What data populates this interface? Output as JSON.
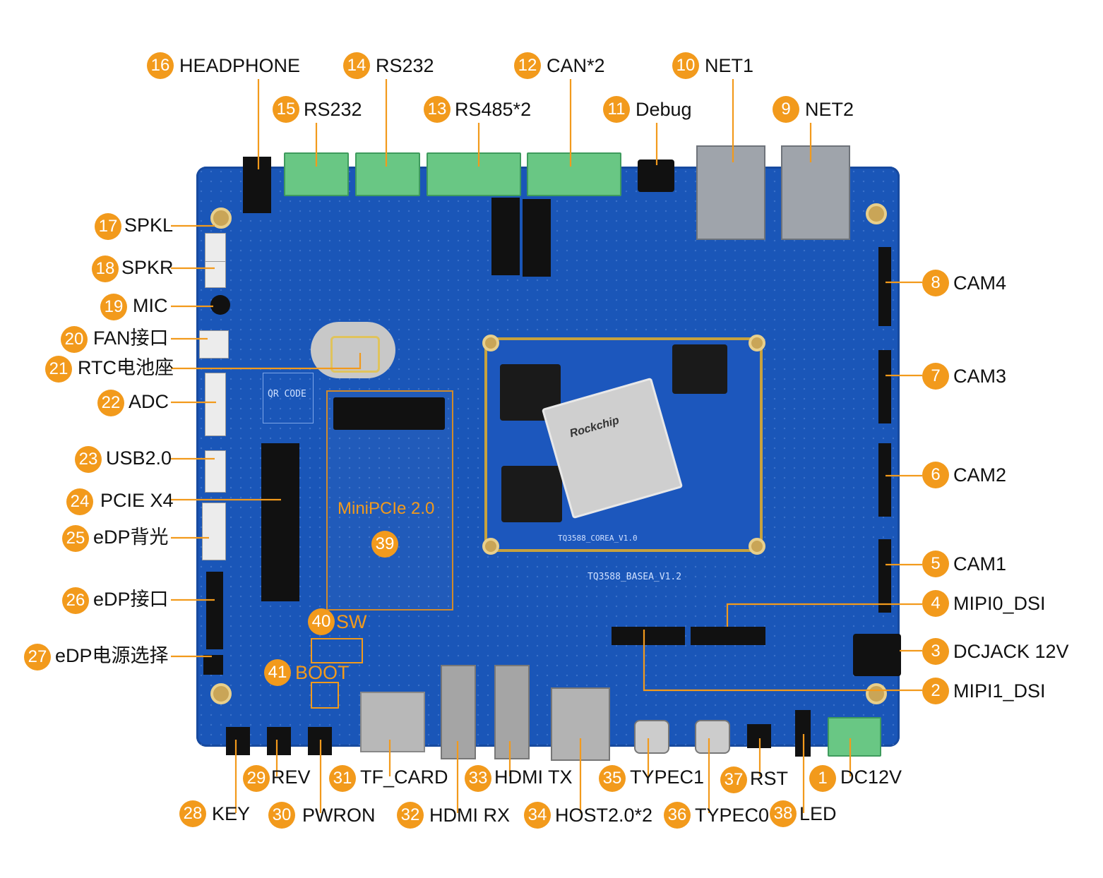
{
  "board": {
    "minipcie_label": "MiniPCIe 2.0",
    "qr_label": "QR CODE",
    "core_silk": "TQ3588_COREA_V1.0",
    "base_silk": "TQ3588_BASEA_V1.2",
    "chip_brand": "Rockchip",
    "colors": {
      "badge": "#f29a1c",
      "board": "#1a56b8",
      "leader": "#f29a1c"
    }
  },
  "callouts": [
    {
      "num": "1",
      "label": "DC12V"
    },
    {
      "num": "2",
      "label": "MIPI1_DSI"
    },
    {
      "num": "3",
      "label": "DCJACK 12V"
    },
    {
      "num": "4",
      "label": "MIPI0_DSI"
    },
    {
      "num": "5",
      "label": "CAM1"
    },
    {
      "num": "6",
      "label": "CAM2"
    },
    {
      "num": "7",
      "label": "CAM3"
    },
    {
      "num": "8",
      "label": "CAM4"
    },
    {
      "num": "9",
      "label": "NET2"
    },
    {
      "num": "10",
      "label": "NET1"
    },
    {
      "num": "11",
      "label": "Debug"
    },
    {
      "num": "12",
      "label": "CAN*2"
    },
    {
      "num": "13",
      "label": "RS485*2"
    },
    {
      "num": "14",
      "label": "RS232"
    },
    {
      "num": "15",
      "label": "RS232"
    },
    {
      "num": "16",
      "label": "HEADPHONE"
    },
    {
      "num": "17",
      "label": "SPKL"
    },
    {
      "num": "18",
      "label": "SPKR"
    },
    {
      "num": "19",
      "label": "MIC"
    },
    {
      "num": "20",
      "label": "FAN接口"
    },
    {
      "num": "21",
      "label": "RTC电池座"
    },
    {
      "num": "22",
      "label": "ADC"
    },
    {
      "num": "23",
      "label": "USB2.0"
    },
    {
      "num": "24",
      "label": "PCIE X4"
    },
    {
      "num": "25",
      "label": "eDP背光"
    },
    {
      "num": "26",
      "label": "eDP接口"
    },
    {
      "num": "27",
      "label": "eDP电源选择"
    },
    {
      "num": "28",
      "label": "KEY"
    },
    {
      "num": "29",
      "label": "REV"
    },
    {
      "num": "30",
      "label": "PWRON"
    },
    {
      "num": "31",
      "label": "TF_CARD"
    },
    {
      "num": "32",
      "label": "HDMI RX"
    },
    {
      "num": "33",
      "label": "HDMI TX"
    },
    {
      "num": "34",
      "label": "HOST2.0*2"
    },
    {
      "num": "35",
      "label": "TYPEC1"
    },
    {
      "num": "36",
      "label": "TYPEC0"
    },
    {
      "num": "37",
      "label": "RST"
    },
    {
      "num": "38",
      "label": "LED"
    },
    {
      "num": "39",
      "label": ""
    },
    {
      "num": "40",
      "label": "SW"
    },
    {
      "num": "41",
      "label": "BOOT"
    }
  ]
}
